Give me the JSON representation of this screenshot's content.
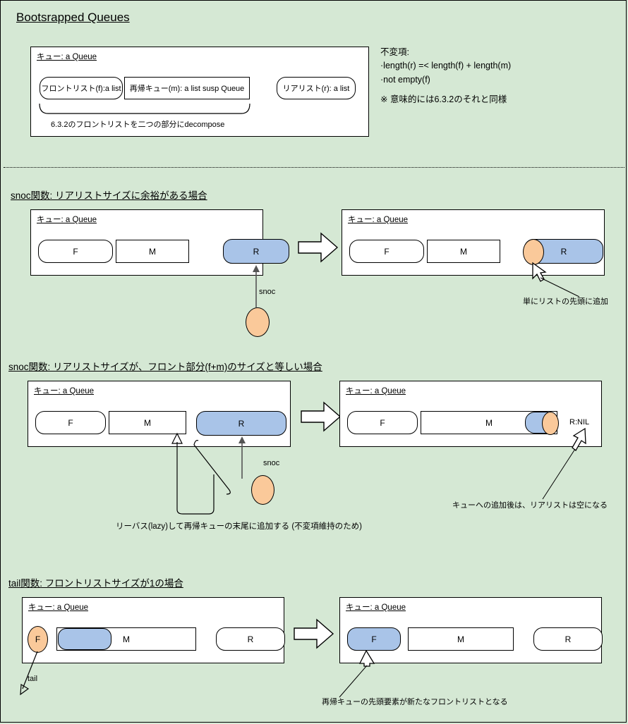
{
  "page": {
    "title": "Bootsrapped Queues",
    "background_color": "#d5e8d4",
    "highlight_blue": "#a9c4e8",
    "highlight_orange": "#fac99a"
  },
  "structure_section": {
    "panel_label": "キュー: a Queue",
    "front_list": "フロントリスト(f):a list",
    "middle_queue": "再帰キュー(m): a list susp Queue",
    "rear_list": "リアリスト(r): a list",
    "brace_caption": "6.3.2のフロントリストを二つの部分にdecompose",
    "invariants": "不変項:\n·length(r) =< length(f) + length(m)\n·not empty(f)",
    "note": "※ 意味的には6.3.2のそれと同様"
  },
  "snoc_slack_section": {
    "heading": "snoc関数: リアリストサイズに余裕がある場合",
    "before": {
      "panel_label": "キュー: a Queue",
      "f_label": "F",
      "m_label": "M",
      "r_label": "R"
    },
    "after": {
      "panel_label": "キュー: a Queue",
      "f_label": "F",
      "m_label": "M",
      "r_label": "R"
    },
    "snoc_arrow_label": "snoc",
    "callout": "単にリストの先頭に追加"
  },
  "snoc_equal_section": {
    "heading": "snoc関数: リアリストサイズが、フロント部分(f+m)のサイズと等しい場合",
    "before": {
      "panel_label": "キュー: a Queue",
      "f_label": "F",
      "m_label": "M",
      "r_label": "R"
    },
    "after": {
      "panel_label": "キュー: a Queue",
      "f_label": "F",
      "m_label": "M",
      "r_nil_label": "R:NIL"
    },
    "snoc_arrow_label": "snoc",
    "reverse_caption": "リーバス(lazy)して再帰キューの末尾に追加する\n(不変項維持のため)",
    "callout": "キューへの追加後は、リアリストは空になる"
  },
  "tail_section": {
    "heading": "tail関数: フロントリストサイズが1の場合",
    "before": {
      "panel_label": "キュー: a Queue",
      "f_label": "F",
      "m_label": "M",
      "r_label": "R"
    },
    "after": {
      "panel_label": "キュー: a Queue",
      "f_label": "F",
      "m_label": "M",
      "r_label": "R"
    },
    "tail_arrow_label": "tail",
    "callout": "再帰キューの先頭要素が新たなフロントリストとなる"
  },
  "icons": {
    "block_arrow": "block-arrow-right",
    "thin_arrow": "thin-arrow-up",
    "hollow_arrow": "hollow-arrow",
    "brace": "curly-brace-down"
  }
}
